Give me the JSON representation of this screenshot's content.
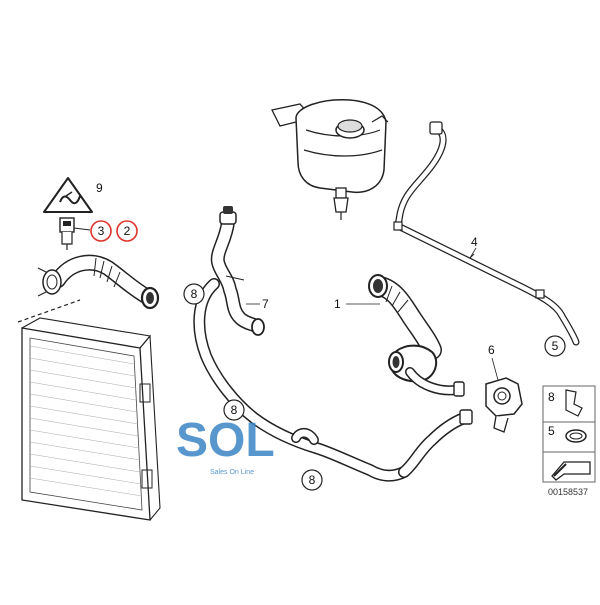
{
  "diagram": {
    "callouts": {
      "c1": "1",
      "c2": "2",
      "c3": "3",
      "c4": "4",
      "c5": "5",
      "c6": "6",
      "c7": "7",
      "c8a": "8",
      "c8b": "8",
      "c8c": "8",
      "c9": "9"
    },
    "legend": {
      "item_8": "8",
      "item_5": "5"
    },
    "reference_number": "00158537",
    "highlight_color": "#e0342a",
    "watermark": {
      "logo_text": "SOL",
      "tagline": "Sales On Line",
      "color": "#3b86c6"
    }
  }
}
